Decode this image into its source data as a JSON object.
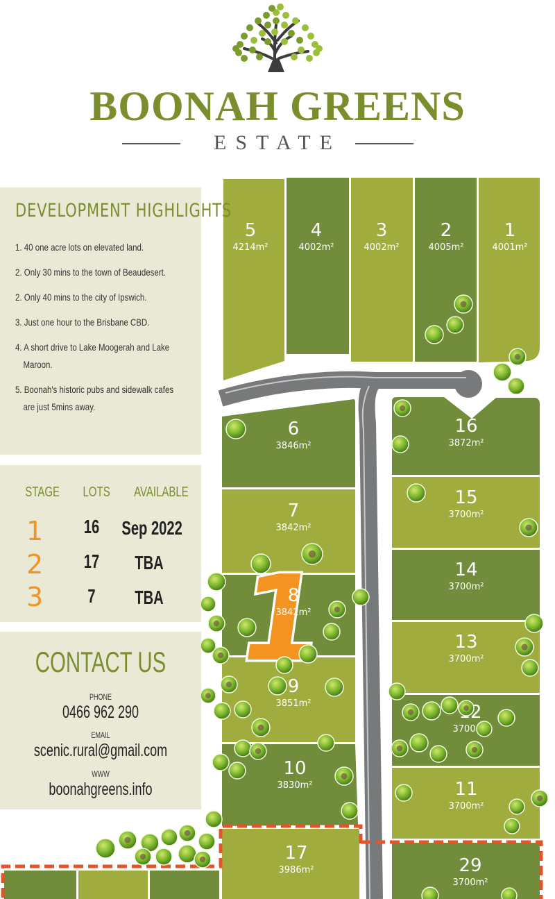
{
  "brand": {
    "title": "BOONAH GREENS",
    "subtitle": "ESTATE",
    "logo_icon": "tree-icon",
    "colors": {
      "olive": "#7b8e2e",
      "dark_green": "#718c3b",
      "light_green": "#a1ac3f",
      "road": "#77797b",
      "accent": "#f39322",
      "panel": "#e9e9d6"
    }
  },
  "highlights": {
    "title": "DEVELOPMENT HIGHLIGHTS",
    "items": [
      "1. 40 one acre lots on elevated land.",
      "2. Only 30 mins to the town of Beaudesert.",
      "2. Only 40 mins to the city of Ipswich.",
      "3. Just one hour to the Brisbane CBD.",
      "4. A short drive to Lake Moogerah and Lake Maroon.",
      "5. Boonah's historic pubs and sidewalk cafes are just 5mins away."
    ]
  },
  "stages": {
    "headers": {
      "stage": "STAGE",
      "lots": "LOTS",
      "available": "AVAILABLE"
    },
    "rows": [
      {
        "stage": "1",
        "lots": "16",
        "available": "Sep 2022"
      },
      {
        "stage": "2",
        "lots": "17",
        "available": "TBA"
      },
      {
        "stage": "3",
        "lots": "7",
        "available": "TBA"
      }
    ]
  },
  "contact": {
    "title": "CONTACT US",
    "phone_label": "PHONE",
    "phone": "0466 962 290",
    "email_label": "EMAIL",
    "email": "scenic.rural@gmail.com",
    "www_label": "WWW",
    "www": "boonahgreens.info"
  },
  "map": {
    "stage_marker": "1",
    "lots": [
      {
        "num": "5",
        "area": "4214m²"
      },
      {
        "num": "4",
        "area": "4002m²"
      },
      {
        "num": "3",
        "area": "4002m²"
      },
      {
        "num": "2",
        "area": "4005m²"
      },
      {
        "num": "1",
        "area": "4001m²"
      },
      {
        "num": "6",
        "area": "3846m²"
      },
      {
        "num": "16",
        "area": "3872m²"
      },
      {
        "num": "7",
        "area": "3842m²"
      },
      {
        "num": "15",
        "area": "3700m²"
      },
      {
        "num": "14",
        "area": "3700m²"
      },
      {
        "num": "8",
        "area": "3842m²"
      },
      {
        "num": "13",
        "area": "3700m²"
      },
      {
        "num": "9",
        "area": "3851m²"
      },
      {
        "num": "12",
        "area": "3700m²"
      },
      {
        "num": "10",
        "area": "3830m²"
      },
      {
        "num": "11",
        "area": "3700m²"
      },
      {
        "num": "17",
        "area": "3986m²"
      },
      {
        "num": "29",
        "area": "3700m²"
      }
    ]
  }
}
